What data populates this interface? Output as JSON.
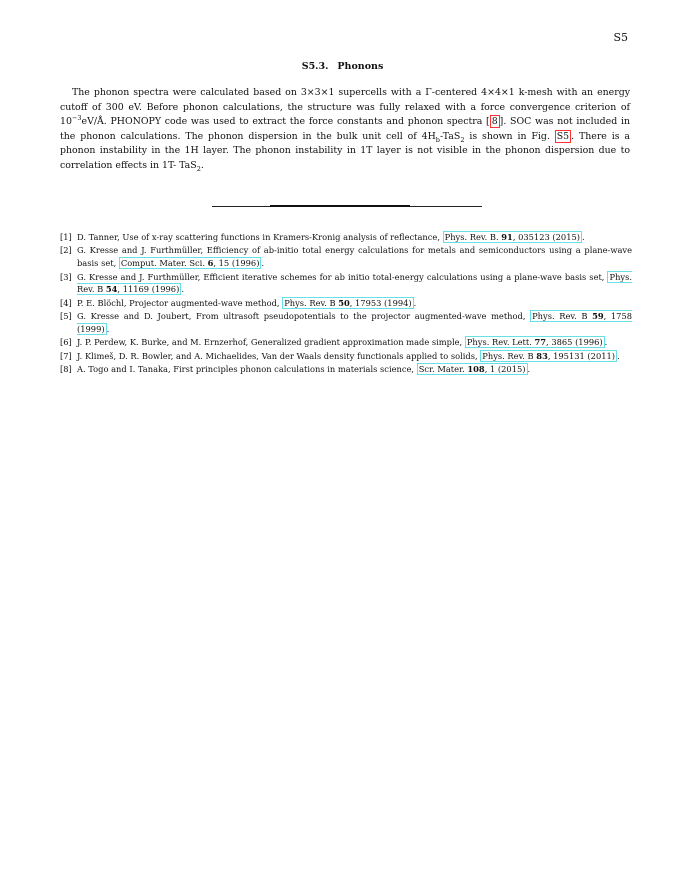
{
  "page_number": "S5",
  "section": {
    "number": "S5.3.",
    "title": "Phonons"
  },
  "paragraph": {
    "p1": "The phonon spectra were calculated based on 3×3×1 supercells with a Γ-centered 4×4×1 k-mesh with an energy cutoff of 300 eV. Before phonon calculations, the structure was fully relaxed with a force convergence criterion of 10",
    "p1_sup": "−3",
    "p2": "eV/Å. PHONOPY code was used to extract the force constants and phonon spectra [",
    "cite_8": "8",
    "p3": "]. SOC was not included in the phonon calculations. The phonon dispersion in the bulk unit cell of 4H",
    "sub_b": "b",
    "p4": "-TaS",
    "sub_2a": "2",
    "p5": " is shown in Fig. ",
    "fig_ref": "S5",
    "p6": ". There is a phonon instability in the 1H layer. The phonon instability in 1T layer is not visible in the phonon dispersion due to correlation effects in 1T- TaS",
    "sub_2b": "2",
    "p7": "."
  },
  "references": [
    {
      "label": "[1]",
      "text": "D. Tanner, Use of x-ray scattering functions in Kramers-Kronig analysis of reflectance, ",
      "journal": "Phys. Rev. B. ",
      "volume": "91",
      "rest": ", 035123 (2015)",
      "end": "."
    },
    {
      "label": "[2]",
      "text": "G. Kresse and J. Furthmüller, Efficiency of ab-initio total energy calculations for metals and semiconductors using a plane-wave basis set, ",
      "journal": "Comput. Mater. Sci. ",
      "volume": "6",
      "rest": ", 15 (1996)",
      "end": "."
    },
    {
      "label": "[3]",
      "text": "G. Kresse and J. Furthmüller, Efficient iterative schemes for ab initio total-energy calculations using a plane-wave basis set, ",
      "journal": "Phys. Rev. B ",
      "volume": "54",
      "rest": ", 11169 (1996)",
      "end": "."
    },
    {
      "label": "[4]",
      "text": "P. E. Blöchl, Projector augmented-wave method, ",
      "journal": "Phys. Rev. B ",
      "volume": "50",
      "rest": ", 17953 (1994)",
      "end": "."
    },
    {
      "label": "[5]",
      "text": "G. Kresse and D. Joubert, From ultrasoft pseudopotentials to the projector augmented-wave method, ",
      "journal": "Phys. Rev. B ",
      "volume": "59",
      "rest": ", 1758 (1999)",
      "end": "."
    },
    {
      "label": "[6]",
      "text": "J. P. Perdew, K. Burke, and M. Ernzerhof, Generalized gradient approximation made simple, ",
      "journal": "Phys. Rev. Lett. ",
      "volume": "77",
      "rest": ", 3865 (1996)",
      "end": "."
    },
    {
      "label": "[7]",
      "text": "J. Klimeš, D. R. Bowler, and A. Michaelides, Van der Waals density functionals applied to solids, ",
      "journal": "Phys. Rev. B ",
      "volume": "83",
      "rest": ", 195131 (2011)",
      "end": "."
    },
    {
      "label": "[8]",
      "text": "A. Togo and I. Tanaka, First principles phonon calculations in materials science, ",
      "journal": "Scr. Mater. ",
      "volume": "108",
      "rest": ", 1 (2015)",
      "end": "."
    }
  ],
  "colors": {
    "citation_box": "#ff3333",
    "link_box": "#66e0e6"
  }
}
